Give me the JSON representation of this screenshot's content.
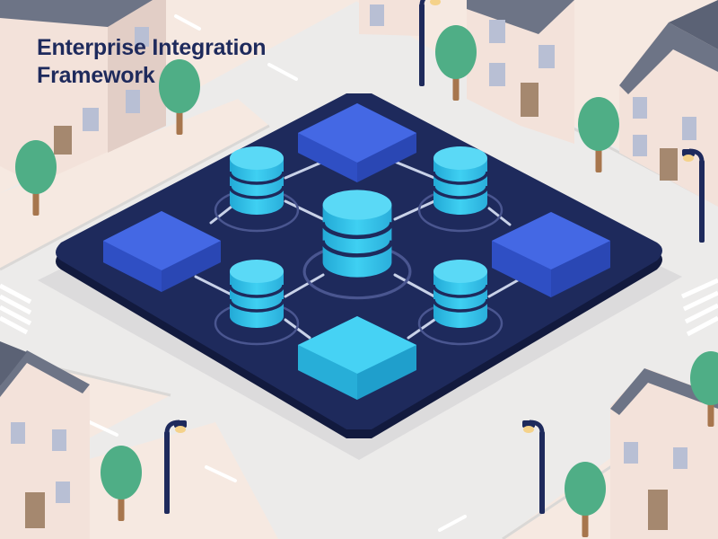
{
  "title": {
    "line1": "Enterprise Integration",
    "line2": "Framework"
  },
  "colors": {
    "background": "#ecebea",
    "sidewalk": "#f6e9e1",
    "platform": "#1e2a5c",
    "platform_rim": "#121a3e",
    "block_blue": "#3f63e0",
    "block_cyan": "#33c5ec",
    "database": "#33c5ec",
    "connector": "#c9d2e8",
    "tree": "#4fae86",
    "house_wall": "#f3e2da",
    "roof": "#6d7486"
  },
  "diagram": {
    "blocks": [
      {
        "name": "top-block",
        "color": "block_blue"
      },
      {
        "name": "left-block",
        "color": "block_blue"
      },
      {
        "name": "right-block",
        "color": "block_blue"
      },
      {
        "name": "bottom-block",
        "color": "block_cyan"
      }
    ],
    "databases": [
      "top-left-database",
      "top-right-database",
      "central-database",
      "bottom-left-database",
      "bottom-right-database"
    ],
    "icons": [
      "house-icon",
      "tree-icon",
      "street-lamp-icon",
      "crosswalk-icon"
    ]
  }
}
